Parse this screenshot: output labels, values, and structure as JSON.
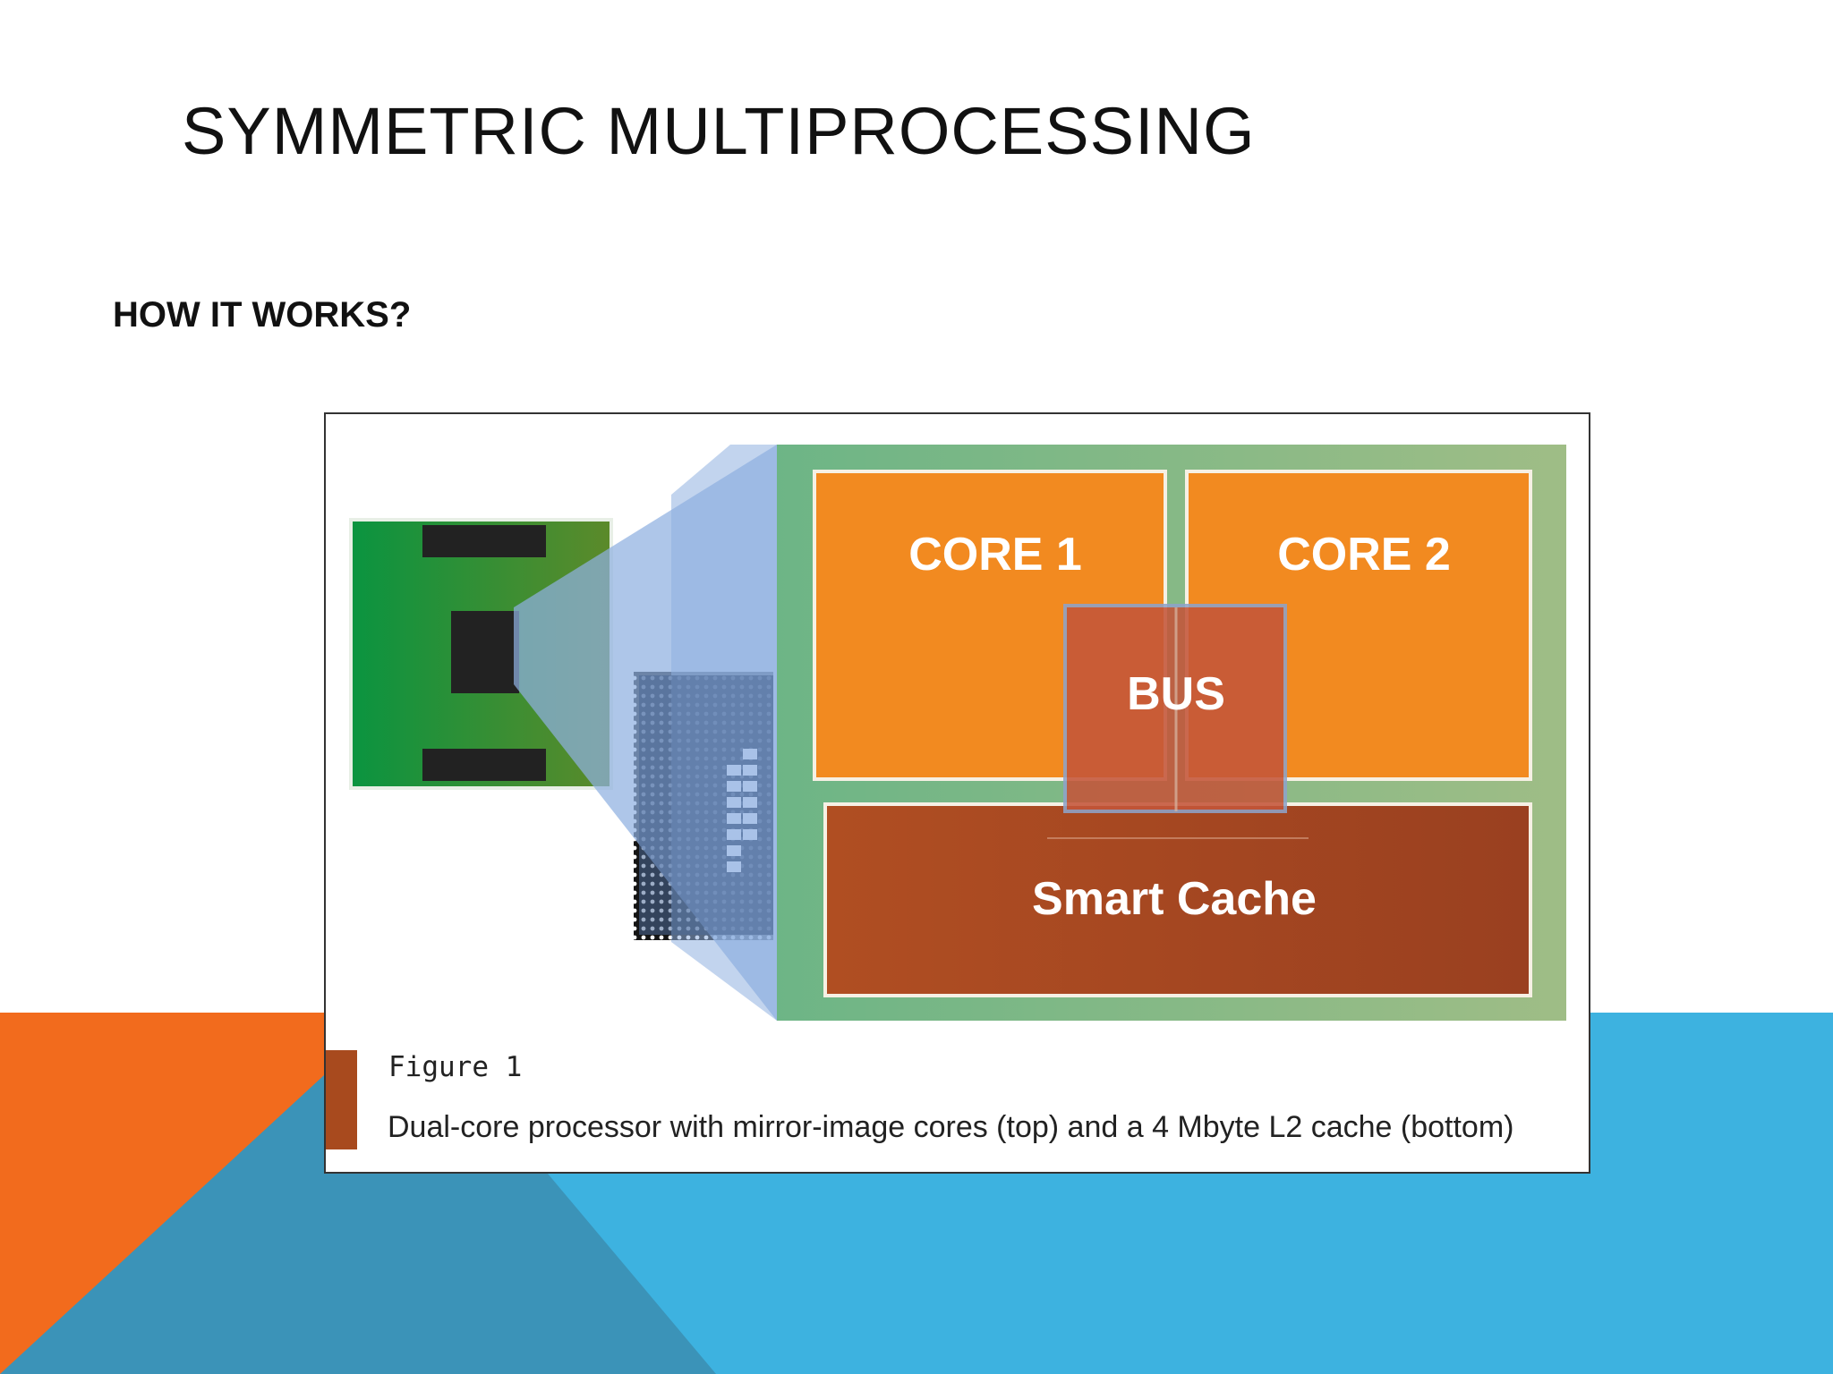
{
  "slide": {
    "title": "SYMMETRIC MULTIPROCESSING",
    "subtitle": "HOW IT WORKS?"
  },
  "figure": {
    "blocks": {
      "core1": "CORE 1",
      "core2": "CORE 2",
      "bus": "BUS",
      "cache": "Smart Cache"
    },
    "caption_label": "Figure 1",
    "caption_text": "Dual-core processor with mirror-image cores (top) and a 4 Mbyte L2 cache (bottom)"
  },
  "colors": {
    "accent_orange": "#f26b1d",
    "accent_blue": "#3db2e0",
    "accent_teal": "#3b93b8",
    "core_orange": "#f28a20",
    "bus_red": "#c4563a",
    "cache_brown": "#a84a22",
    "board_green": "#1e8a3c",
    "die_green": "#7fba8a",
    "projection_blue": "#8fb0e0"
  }
}
